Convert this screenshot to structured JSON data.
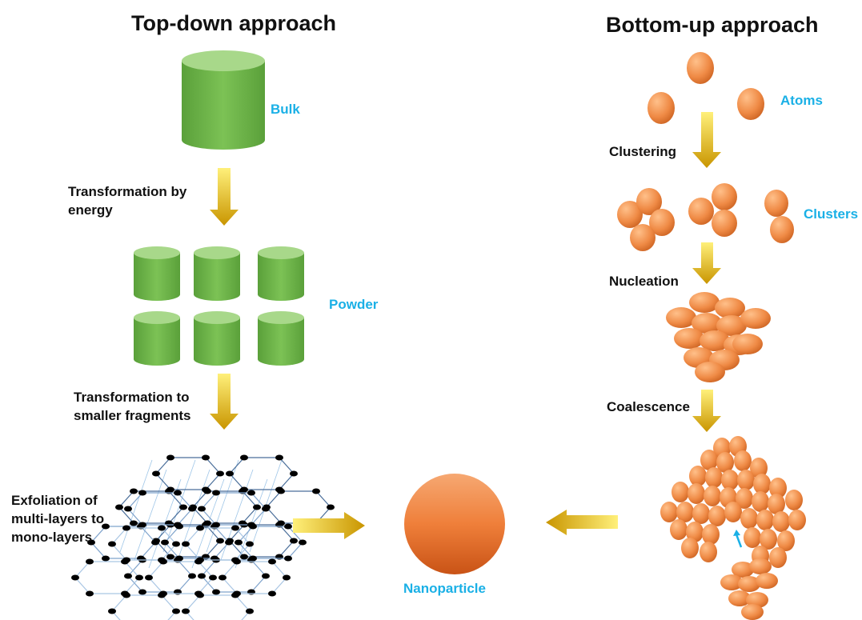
{
  "headings": {
    "top_down": "Top-down approach",
    "bottom_up": "Bottom-up approach"
  },
  "top_down": {
    "bulk_label": "Bulk",
    "step1": [
      "Transformation by",
      "energy"
    ],
    "powder_label": "Powder",
    "step2": [
      "Transformation to",
      "smaller fragments"
    ],
    "step3": [
      "Exfoliation of",
      "multi-layers to",
      "mono-layers"
    ]
  },
  "bottom_up": {
    "atoms_label": "Atoms",
    "step1": "Clustering",
    "clusters_label": "Clusters",
    "step2": "Nucleation",
    "step3": "Coalescence"
  },
  "result_label": "Nanoparticle",
  "colors": {
    "label_blue": "#1ab0e6",
    "cylinder_green": "#6fb548",
    "atom_orange": "#ef8a45",
    "arrow_gold": "#e8b300"
  }
}
